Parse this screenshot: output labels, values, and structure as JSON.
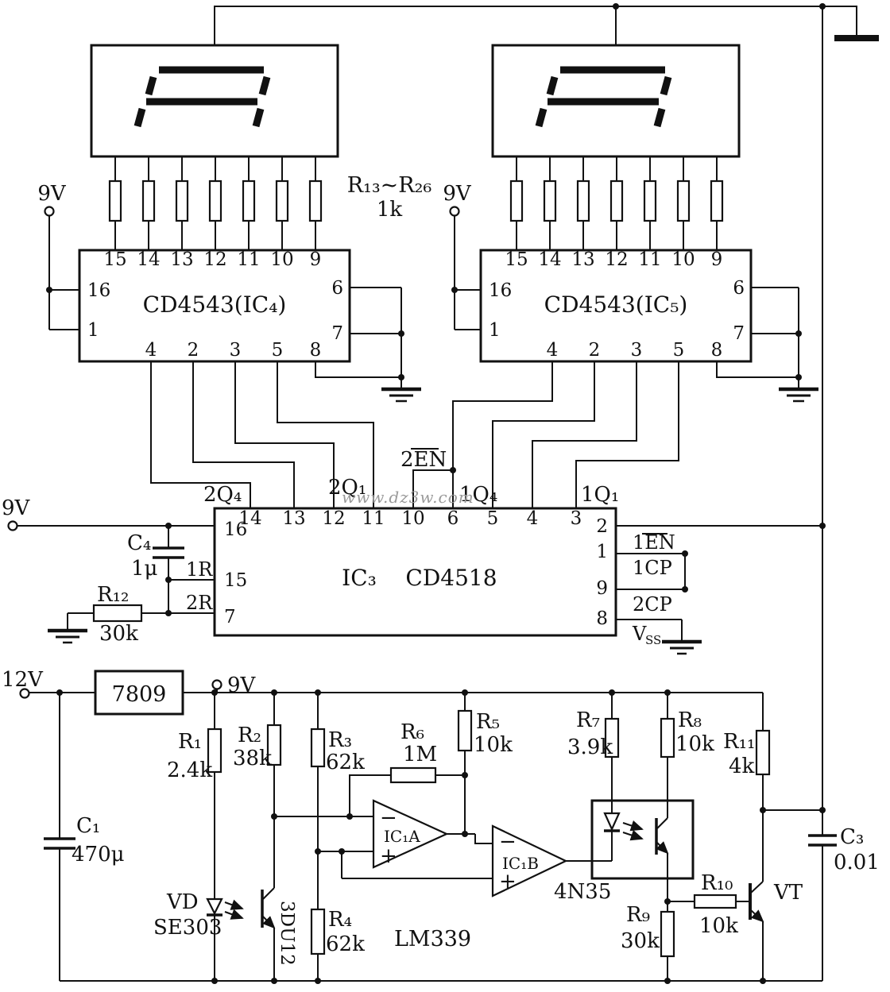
{
  "watermark": "www.dz3w.com",
  "power": {
    "v9": "9V",
    "v12": "12V",
    "regulator": "7809"
  },
  "bank": {
    "ref": "R₁₃~R₂₆",
    "value": "1k"
  },
  "ic4": {
    "name": "CD4543(IC₄)",
    "top": [
      "15",
      "14",
      "13",
      "12",
      "11",
      "10",
      "9"
    ],
    "bottom": [
      "4",
      "2",
      "3",
      "5",
      "8"
    ],
    "left": [
      "16",
      "1"
    ],
    "right": [
      "6",
      "7"
    ]
  },
  "ic5": {
    "name": "CD4543(IC₅)",
    "top": [
      "15",
      "14",
      "13",
      "12",
      "11",
      "10",
      "9"
    ],
    "bottom": [
      "4",
      "2",
      "3",
      "5",
      "8"
    ],
    "left": [
      "16",
      "1"
    ],
    "right": [
      "6",
      "7"
    ]
  },
  "ic3": {
    "ref": "IC₃",
    "name": "CD4518",
    "top": [
      "14",
      "13",
      "12",
      "11",
      "10",
      "6",
      "5",
      "4",
      "3"
    ],
    "left": [
      "16",
      "15",
      "7"
    ],
    "right": [
      "2",
      "1",
      "9",
      "8"
    ],
    "r1": "1R",
    "r2": "2R",
    "en2": "2EN",
    "en1": "1EN",
    "cp1": "1CP",
    "cp2": "2CP",
    "vss_v": "V",
    "vss_ss": "SS",
    "q24": "2Q₄",
    "q21": "2Q₁",
    "q14": "1Q₄",
    "q11": "1Q₁"
  },
  "parts": {
    "c4": {
      "ref": "C₄",
      "value": "1μ"
    },
    "r12": {
      "ref": "R₁₂",
      "value": "30k"
    },
    "c1": {
      "ref": "C₁",
      "value": "470μ"
    },
    "c3": {
      "ref": "C₃",
      "value": "0.01"
    },
    "r1": {
      "ref": "R₁",
      "value": "2.4k"
    },
    "r2": {
      "ref": "R₂",
      "value": "38k"
    },
    "r3": {
      "ref": "R₃",
      "value": "62k"
    },
    "r4": {
      "ref": "R₄",
      "value": "62k"
    },
    "r5": {
      "ref": "R₅",
      "value": "10k"
    },
    "r6": {
      "ref": "R₆",
      "value": "1M"
    },
    "r7": {
      "ref": "R₇",
      "value": "3.9k"
    },
    "r8": {
      "ref": "R₈",
      "value": "10k"
    },
    "r9": {
      "ref": "R₉",
      "value": "30k"
    },
    "r10": {
      "ref": "R₁₀",
      "value": "10k"
    },
    "r11": {
      "ref": "R₁₁",
      "value": "4k"
    },
    "vd": {
      "ref": "VD",
      "value": "SE303"
    },
    "photo": "3DU12",
    "opto": "4N35",
    "lm": "LM339",
    "vt": "VT",
    "ic1a": {
      "minus": "−",
      "plus": "+",
      "ref": "IC₁A"
    },
    "ic1b": {
      "minus": "−",
      "plus": "+",
      "ref": "IC₁B"
    }
  }
}
